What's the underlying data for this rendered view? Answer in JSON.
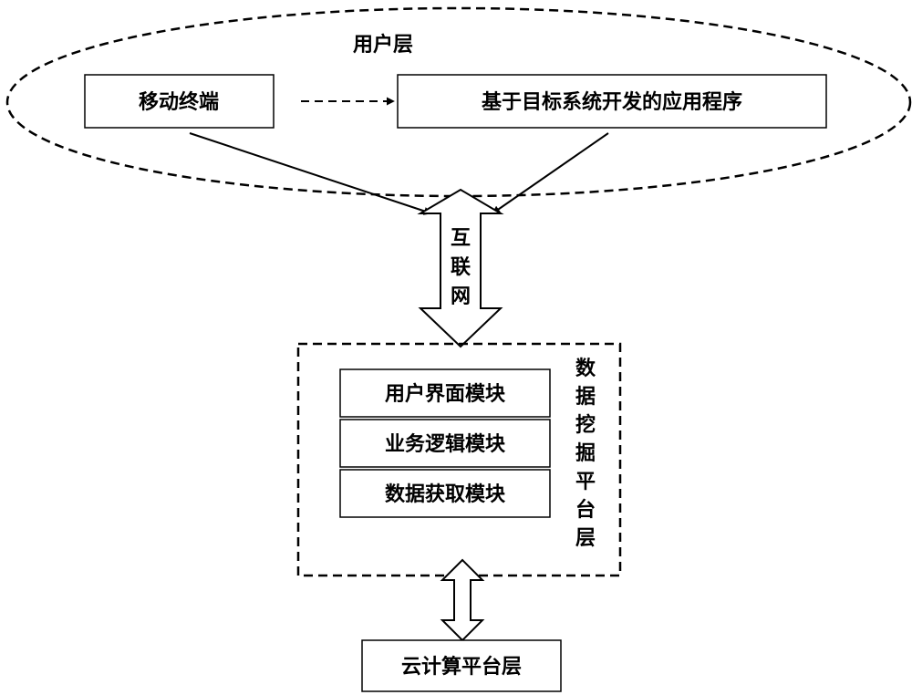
{
  "user_layer": {
    "title": "用户层",
    "mobile_terminal": "移动终端",
    "application": "基于目标系统开发的应用程序"
  },
  "internet": {
    "chars": [
      "互",
      "联",
      "网"
    ]
  },
  "data_mining_layer": {
    "title_chars": [
      "数",
      "据",
      "挖",
      "掘",
      "平",
      "台",
      "层"
    ],
    "modules": [
      "用户界面模块",
      "业务逻辑模块",
      "数据获取模块"
    ]
  },
  "cloud_layer": {
    "title": "云计算平台层"
  },
  "colors": {
    "stroke": "#000000",
    "background": "#ffffff"
  }
}
